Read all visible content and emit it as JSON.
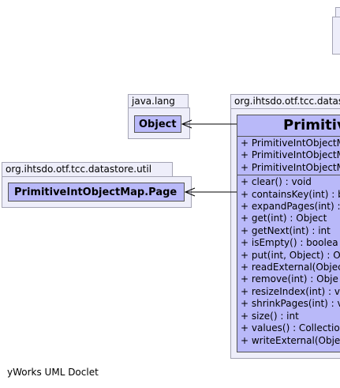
{
  "packages": {
    "java_lang": {
      "name": "java.lang",
      "class_name": "Object"
    },
    "util": {
      "name": "org.ihtsdo.otf.tcc.datastore.util",
      "class_name": "PrimitiveIntObjectMap.Page"
    },
    "datastore": {
      "name": "org.ihtsdo.otf.tcc.datas"
    }
  },
  "main_class": {
    "title": "Primitive",
    "constructors": [
      "+ PrimitiveIntObjectM",
      "+ PrimitiveIntObjectM",
      "+ PrimitiveIntObjectM"
    ],
    "methods": [
      "+ clear() : void",
      "+ containsKey(int) : b",
      "+ expandPages(int) :",
      "+ get(int) : Object",
      "+ getNext(int) : int",
      "+ isEmpty() : boolea",
      "+ put(int, Object) : O",
      "+ readExternal(Objec",
      "+ remove(int) : Obje",
      "+ resizeIndex(int) : v",
      "+ shrinkPages(int) : v",
      "+ size() : int",
      "+ values() : Collectio",
      "+ writeExternal(Obje"
    ]
  },
  "footer": "yWorks UML Doclet"
}
